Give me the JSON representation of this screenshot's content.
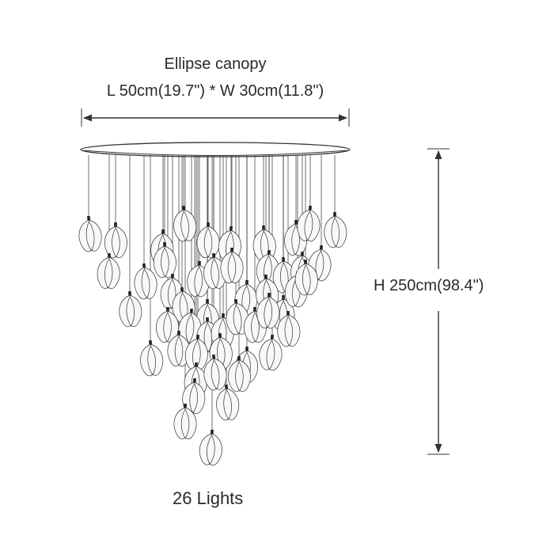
{
  "canopy": {
    "title": "Ellipse canopy",
    "dimensions": "L 50cm(19.7\") * W 30cm(11.8\")"
  },
  "height_label": "H 250cm(98.4\")",
  "light_count_label": "26 Lights",
  "colors": {
    "line": "#333333",
    "petal": "#f8f8f8",
    "text": "#2a2a2a"
  }
}
